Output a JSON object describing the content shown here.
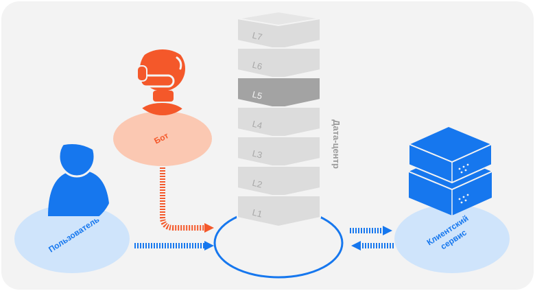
{
  "nodes": {
    "user": {
      "label": "Пользователь"
    },
    "bot": {
      "label": "Бот"
    },
    "client": {
      "label_lines": [
        "Клиентский",
        "сервис"
      ]
    },
    "datacenter": {
      "label": "Дата-центр",
      "layers": [
        "L1",
        "L2",
        "L3",
        "L4",
        "L5",
        "L6",
        "L7"
      ],
      "highlighted_layer": "L5"
    }
  },
  "colors": {
    "background": "#f3f3f3",
    "blue": "#1677ee",
    "light_blue": "#cfe4fb",
    "orange": "#f4582a",
    "salmon": "#fbc8b2",
    "gray": "#9a9a9a"
  }
}
